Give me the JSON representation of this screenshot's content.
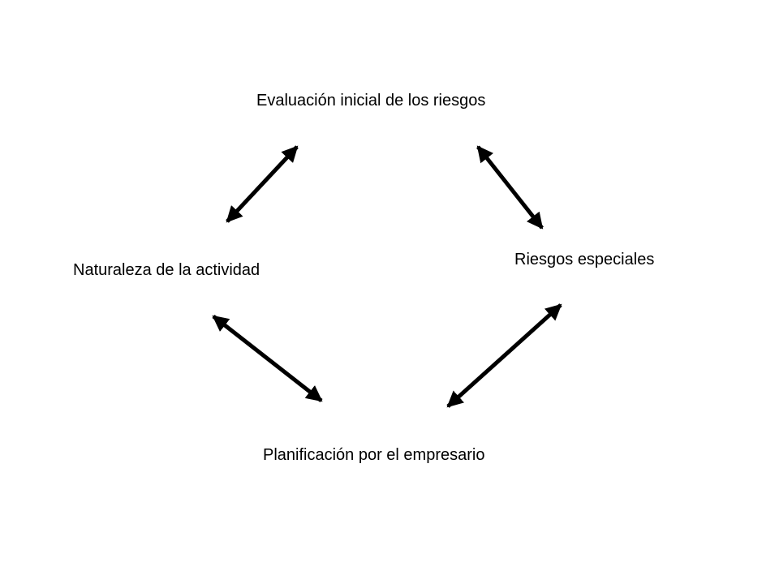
{
  "diagram": {
    "nodes": {
      "top": "Evaluación inicial de los riesgos",
      "left": "Naturaleza de la actividad",
      "right": "Riesgos especiales",
      "bottom": "Planificación por el empresario"
    },
    "edges": [
      {
        "from": "top",
        "to": "left",
        "type": "bidirectional"
      },
      {
        "from": "top",
        "to": "right",
        "type": "bidirectional"
      },
      {
        "from": "left",
        "to": "bottom",
        "type": "bidirectional"
      },
      {
        "from": "right",
        "to": "bottom",
        "type": "bidirectional"
      }
    ],
    "colors": {
      "background": "#ffffff",
      "text": "#000000",
      "arrow": "#000000"
    }
  }
}
